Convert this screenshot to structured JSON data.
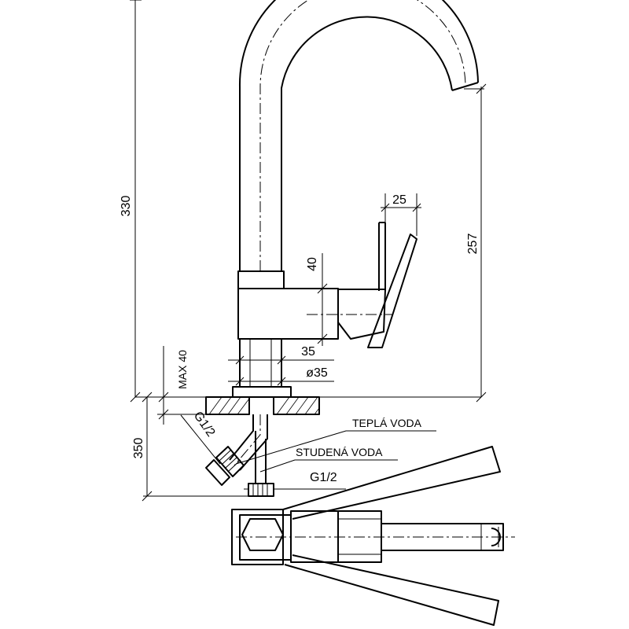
{
  "dimensions": {
    "total_height": "330",
    "outlet_height": "257",
    "handle_width": "25",
    "handle_height": "40",
    "body_width": "35",
    "shank_diameter": "ø35",
    "max_counter_thickness": "MAX 40",
    "hose_length": "350",
    "thread_angled": "G1/2",
    "thread_straight": "G1/2"
  },
  "labels": {
    "hot_water": "TEPLÁ VODA",
    "cold_water": "STUDENÁ VODA"
  },
  "colors": {
    "line": "#000000",
    "background": "#ffffff"
  }
}
